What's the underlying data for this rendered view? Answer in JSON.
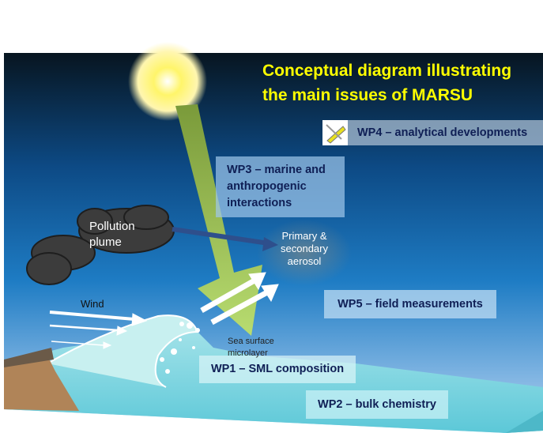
{
  "title": {
    "line1": "Conceptual diagram illustrating",
    "line2": "the main issues of MARSU"
  },
  "labels": {
    "pollution_line1": "Pollution",
    "pollution_line2": "plume",
    "aerosol_line1": "Primary &",
    "aerosol_line2": "secondary",
    "aerosol_line3": "aerosol",
    "wind": "Wind",
    "sml_line1": "Sea surface",
    "sml_line2": "microlayer"
  },
  "work_packages": {
    "wp1": "WP1 – SML composition",
    "wp2": "WP2 – bulk chemistry",
    "wp3_line1": "WP3 – marine and",
    "wp3_line2": "anthropogenic",
    "wp3_line3": "interactions",
    "wp4": "WP4 – analytical developments",
    "wp5": "WP5 – field measurements"
  },
  "icons": {
    "wp4": "swiss-army-knife-icon"
  },
  "colors": {
    "title": "#ffff00",
    "box_text": "#0f1f55",
    "beam": "#9cc84a"
  }
}
